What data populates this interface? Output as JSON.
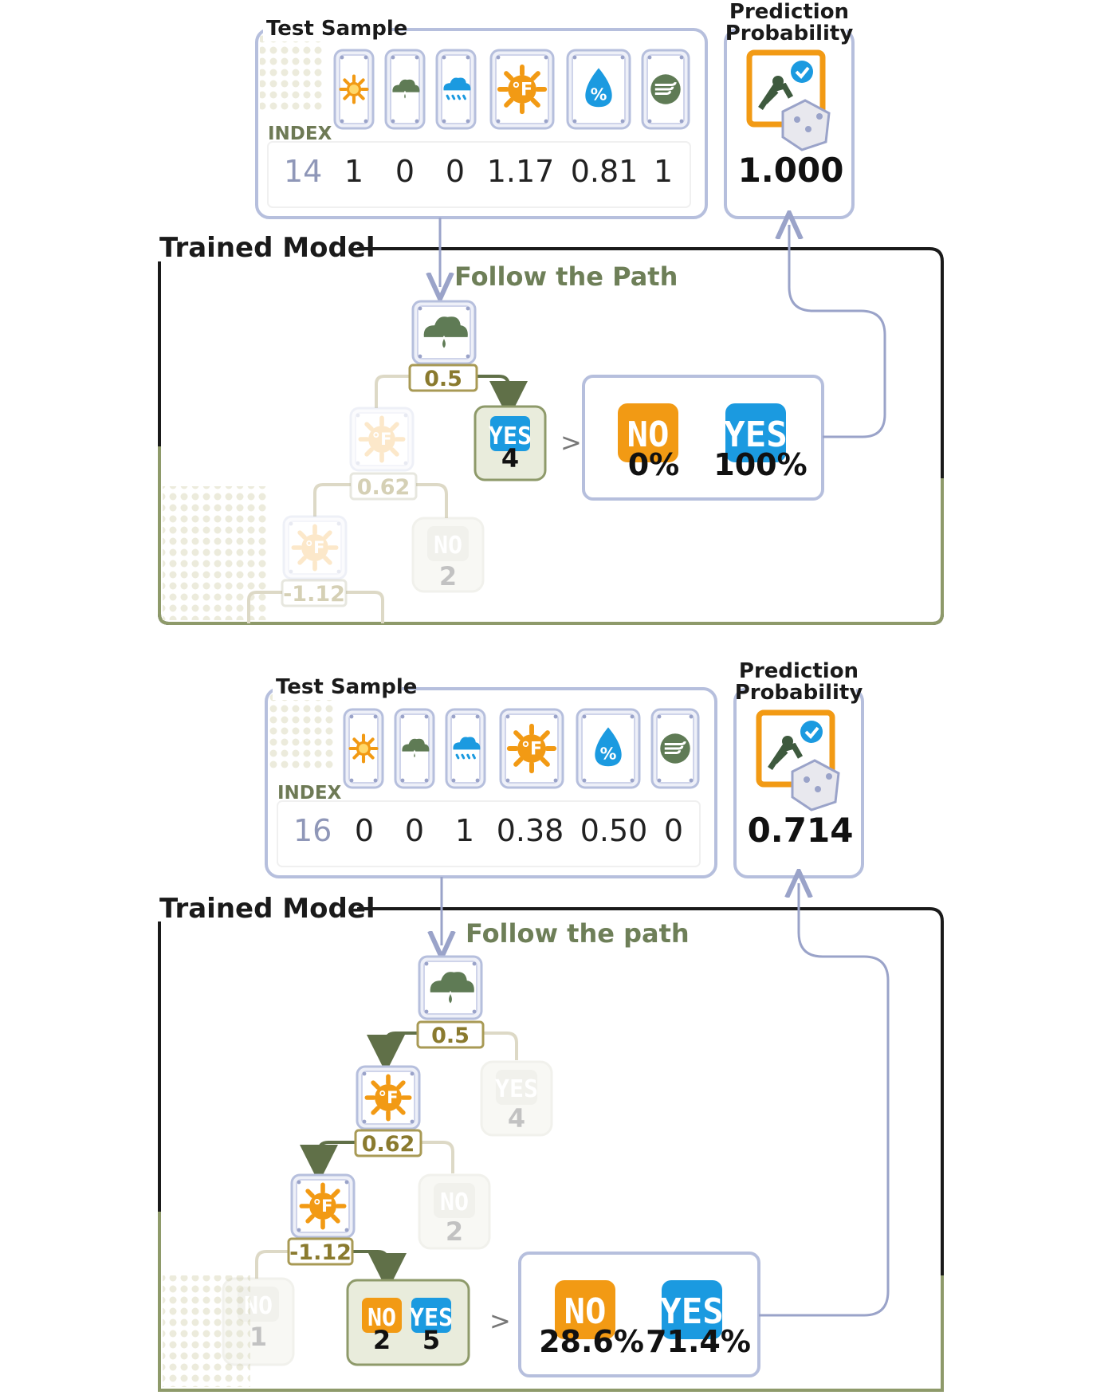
{
  "colors": {
    "panel_border": "#b6bfdd",
    "model_border": "#1a1a1a",
    "model_accent": "#8e9a6a",
    "path_arrow": "#607048",
    "threshold_border": "#a89a55",
    "no_orange": "#f29a14",
    "yes_blue": "#1b9ae0",
    "rain_green": "#5f7b55",
    "faded": "#c9c9b6"
  },
  "feature_icons": [
    "sun-icon",
    "rain-cloud-icon",
    "snow-cloud-icon",
    "temperature-icon",
    "humidity-icon",
    "wind-icon"
  ],
  "panels": [
    {
      "test_sample_label": "Test Sample",
      "index_label": "INDEX",
      "index": "14",
      "values": [
        "1",
        "0",
        "0",
        "1.17",
        "0.81",
        "1"
      ],
      "prediction_label_1": "Prediction",
      "prediction_label_2": "Probability",
      "probability": "1.000",
      "model_label": "Trained Model",
      "path_label": "Follow the Path",
      "thresholds": [
        "0.5",
        "0.62",
        "-1.12"
      ],
      "leaf_active": {
        "yes_label": "YES",
        "yes_count": "4"
      },
      "leaf_faded": {
        "no_label": "NO",
        "no_count": "2"
      },
      "result": {
        "no_label": "NO",
        "no_pct": "0%",
        "yes_label": "YES",
        "yes_pct": "100%"
      },
      "arrow": ">"
    },
    {
      "test_sample_label": "Test Sample",
      "index_label": "INDEX",
      "index": "16",
      "values": [
        "0",
        "0",
        "1",
        "0.38",
        "0.50",
        "0"
      ],
      "prediction_label_1": "Prediction",
      "prediction_label_2": "Probability",
      "probability": "0.714",
      "model_label": "Trained Model",
      "path_label": "Follow the path",
      "thresholds": [
        "0.5",
        "0.62",
        "-1.12"
      ],
      "leaf_yes4": {
        "yes_label": "YES",
        "yes_count": "4"
      },
      "leaf_no2": {
        "no_label": "NO",
        "no_count": "2"
      },
      "leaf_no1": {
        "no_label": "NO",
        "no_count": "1"
      },
      "leaf_active": {
        "no_label": "NO",
        "no_count": "2",
        "yes_label": "YES",
        "yes_count": "5"
      },
      "result": {
        "no_label": "NO",
        "no_pct": "28.6%",
        "yes_label": "YES",
        "yes_pct": "71.4%"
      },
      "arrow": ">"
    }
  ]
}
